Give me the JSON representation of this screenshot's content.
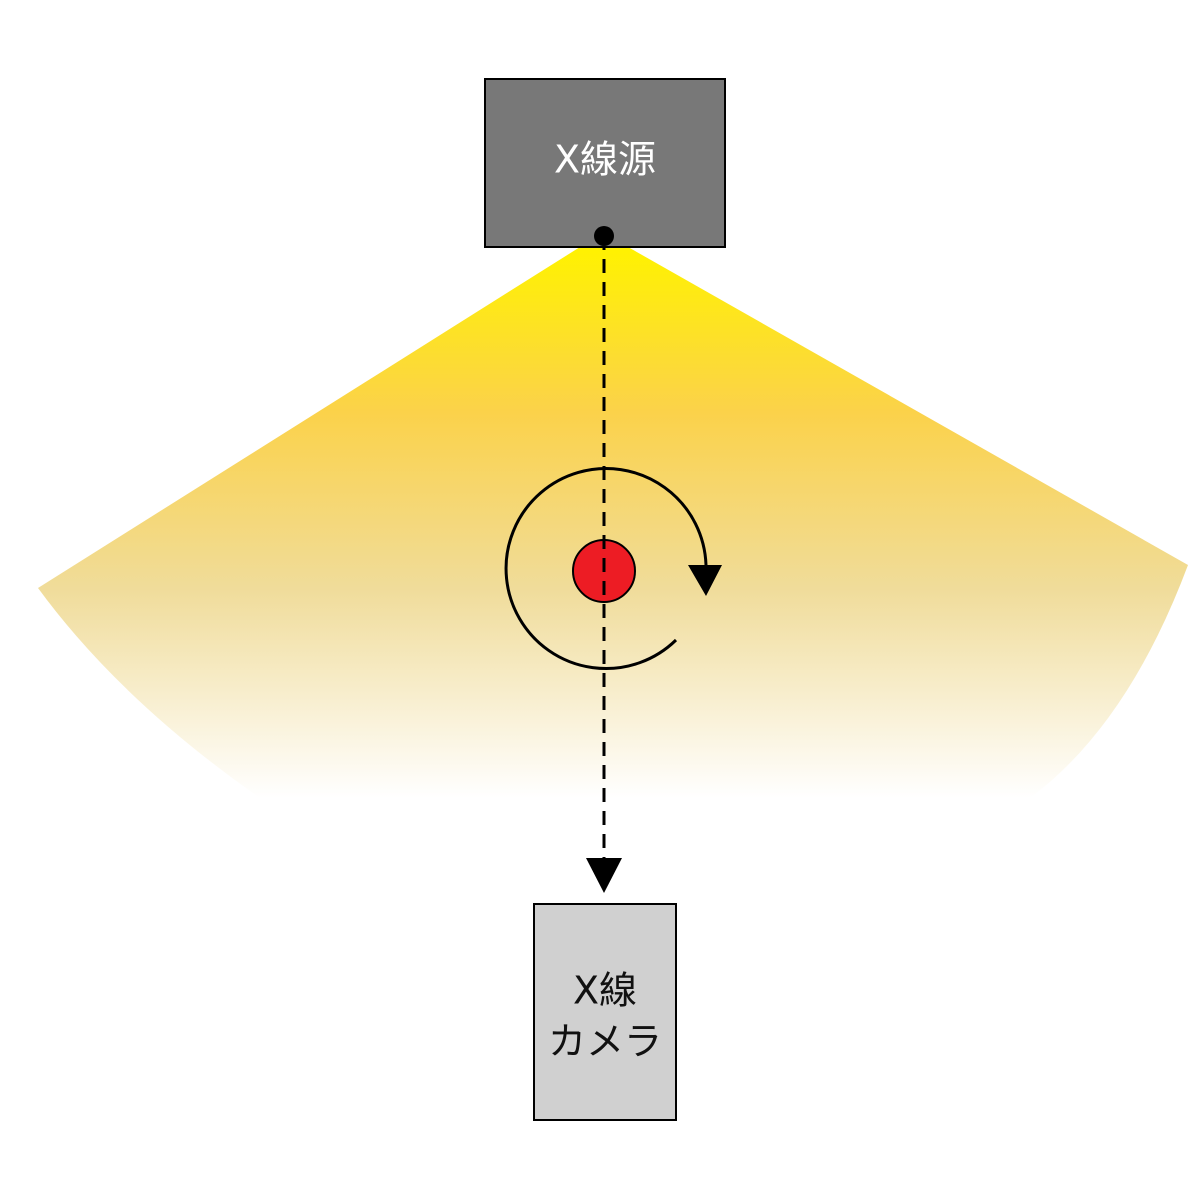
{
  "source": {
    "label": "X線源",
    "fill": "#787878",
    "text_color": "#ffffff"
  },
  "camera": {
    "label_line1": "X線",
    "label_line2": "カメラ",
    "fill": "#d0d0d0",
    "text_color": "#111111"
  },
  "beam": {
    "color_top": "#fff200",
    "color_mid": "#f7d35a",
    "color_bottom": "#ffffff"
  },
  "object": {
    "fill": "#ed1c24"
  }
}
